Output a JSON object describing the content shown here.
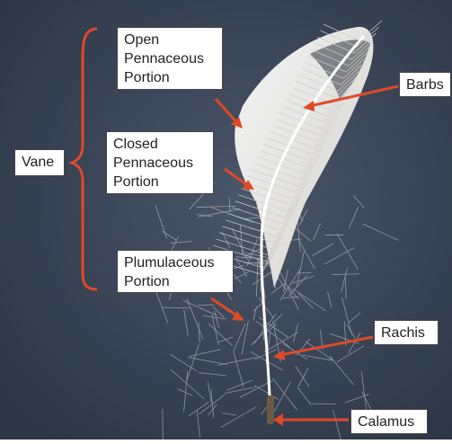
{
  "diagram": {
    "colors": {
      "background": "#3a4658",
      "feather": "#f1efe8",
      "barb": "#ffffff",
      "arrow": "#e04a28",
      "calamus": "#6b5a44"
    },
    "labels": {
      "vane": "Vane",
      "open_pennaceous": "Open\nPennaceous\nPortion",
      "closed_pennaceous": "Closed\nPennaceous\nPortion",
      "plumulaceous": "Plumulaceous\nPortion",
      "barbs": "Barbs",
      "rachis": "Rachis",
      "calamus": "Calamus"
    }
  }
}
